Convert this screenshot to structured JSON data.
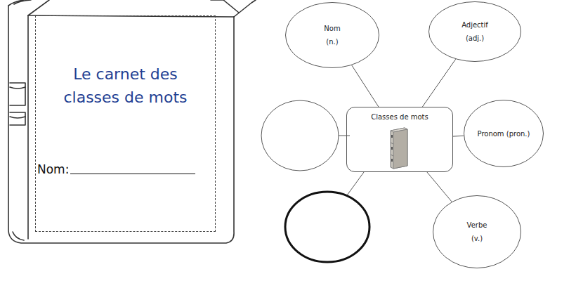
{
  "diagram": {
    "nodes": [
      {
        "text": [
          "Le carnet des classes de mots",
          "Nom:"
        ]
      },
      {
        "text": [
          "Nom",
          "(n.)"
        ]
      },
      {
        "text": [
          "Adjectif",
          "(adj.)"
        ]
      },
      {
        "text": [
          "Classes de mots"
        ]
      },
      {
        "text": [
          "Pronom (pron.)"
        ]
      },
      {
        "text": [
          "Verbe",
          "(v.)"
        ]
      }
    ],
    "edges": [
      {
        "from": 3,
        "to": 1,
        "arrow": "none"
      },
      {
        "from": 3,
        "to": 2,
        "arrow": "none"
      },
      {
        "from": 3,
        "to": 4,
        "arrow": "none"
      },
      {
        "from": 3,
        "to": 5,
        "arrow": "none"
      }
    ]
  }
}
